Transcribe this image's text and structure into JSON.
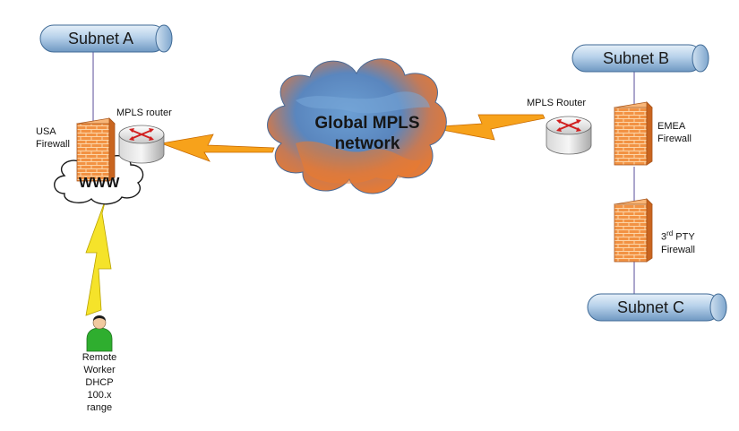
{
  "subnets": {
    "a": "Subnet A",
    "b": "Subnet B",
    "c": "Subnet C"
  },
  "usa_site": {
    "firewall_line1": "USA",
    "firewall_line2": "Firewall",
    "router": "MPLS router",
    "internet": "WWW"
  },
  "core": {
    "line1": "Global MPLS",
    "line2": "network"
  },
  "emea_site": {
    "router": "MPLS Router",
    "firewall_line1": "EMEA",
    "firewall_line2": "Firewall",
    "third_party_prefix": "3",
    "third_party_sup": "rd",
    "third_party_suffix": " PTY",
    "third_party_line2": "Firewall"
  },
  "remote_worker": {
    "line1": "Remote",
    "line2": "Worker",
    "line3": "DHCP",
    "line4": "100.x",
    "line5": "range"
  },
  "colors": {
    "pipe": "#9fc0de",
    "firewall": "#f08a3a",
    "bolt": "#f7a21b",
    "cloud_blue": "#5b8fc6",
    "cloud_orange": "#ec7a2d",
    "link_line": "#5a4d9a",
    "person": "#2fae2f"
  }
}
